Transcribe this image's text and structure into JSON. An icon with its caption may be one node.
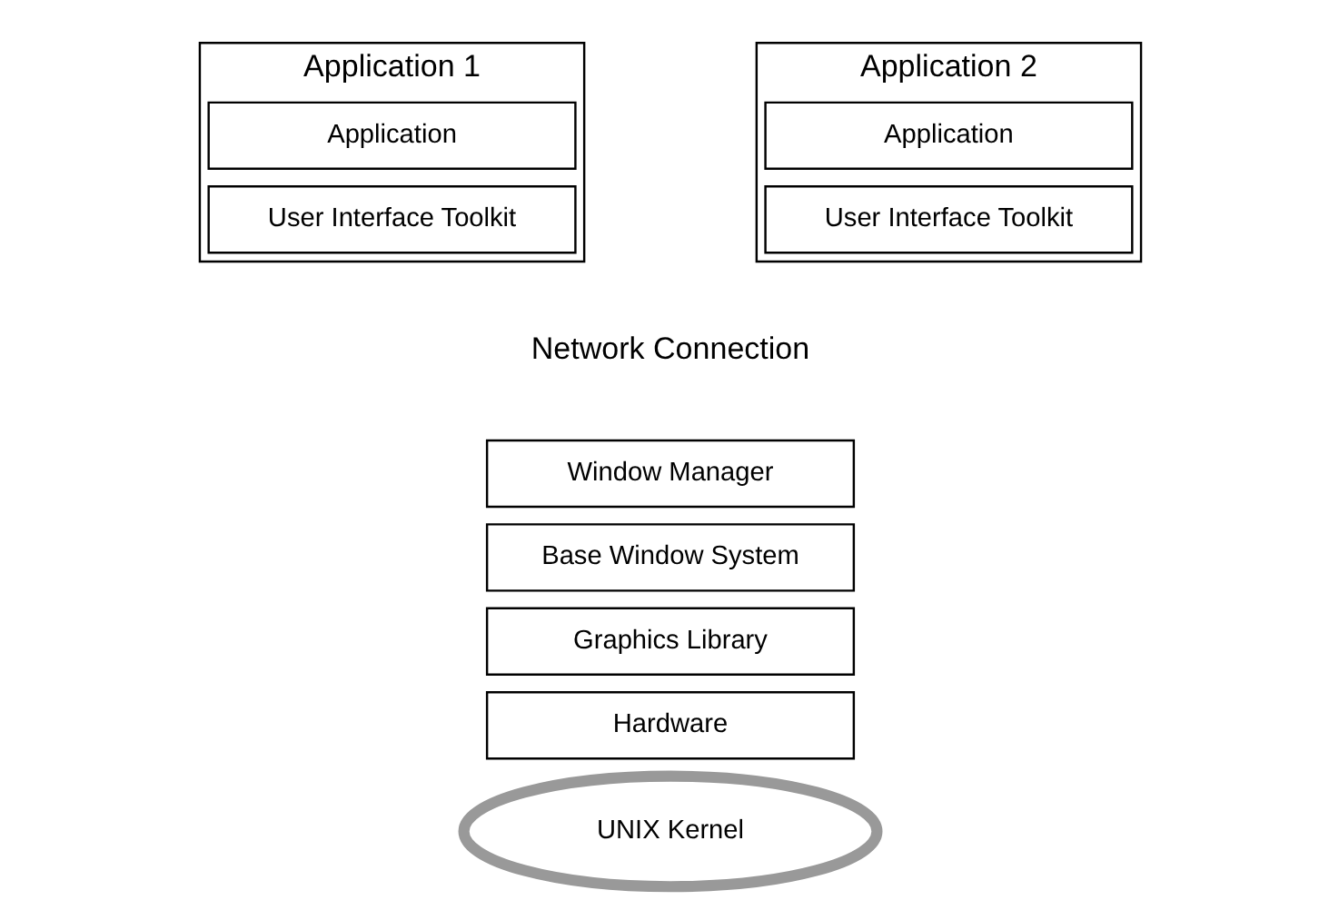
{
  "diagram": {
    "nodes": [
      {
        "text": [
          "Application 1"
        ]
      },
      {
        "text": [
          "Application"
        ],
        "in": 0
      },
      {
        "text": [
          "User Interface Toolkit"
        ],
        "in": 0
      },
      {
        "text": [
          "Application 2"
        ]
      },
      {
        "text": [
          "Application"
        ],
        "in": 3
      },
      {
        "text": [
          "User Interface Toolkit"
        ],
        "in": 3
      },
      {
        "text": [
          "Window Manager"
        ]
      },
      {
        "text": [
          "Base Window System"
        ]
      },
      {
        "text": [
          "Graphics Library"
        ]
      },
      {
        "text": [
          "Hardware"
        ]
      },
      {
        "text": [
          "UNIX Kernel"
        ]
      }
    ],
    "edges": [],
    "labels": [
      "Network Connection"
    ]
  }
}
